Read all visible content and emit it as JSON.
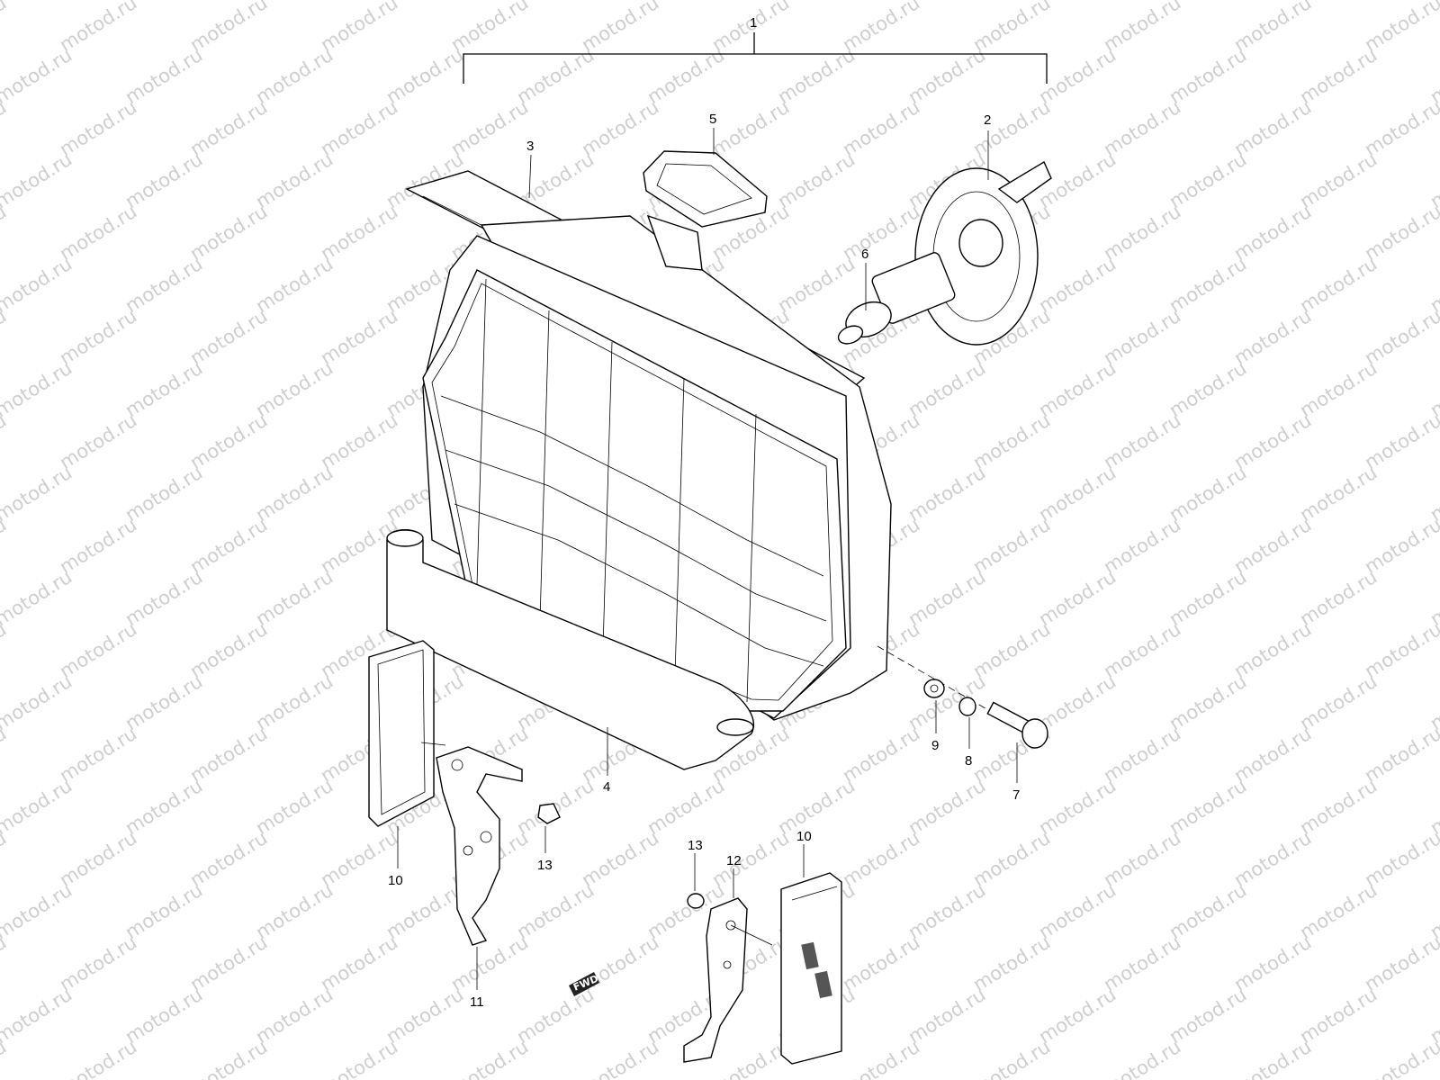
{
  "watermark": {
    "text": "motod.ru"
  },
  "callouts": {
    "c1": "1",
    "c2": "2",
    "c3": "3",
    "c4": "4",
    "c5": "5",
    "c6": "6",
    "c7": "7",
    "c8": "8",
    "c9": "9",
    "c10a": "10",
    "c10b": "10",
    "c11": "11",
    "c12": "12",
    "c13a": "13",
    "c13b": "13"
  },
  "direction_badge": {
    "label": "FWD"
  }
}
